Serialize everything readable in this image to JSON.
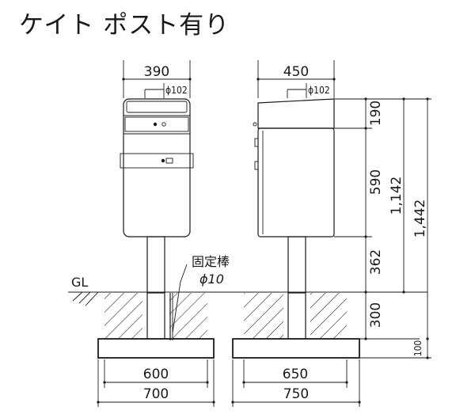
{
  "title": "ケイト ポスト有り",
  "dimensions": {
    "left_top_width": "390",
    "left_pole_dia": "ϕ102",
    "right_top_width": "450",
    "right_pole_dia": "ϕ102",
    "h190": "190",
    "h590": "590",
    "h362": "362",
    "h300": "300",
    "h100": "100",
    "h1142": "1,142",
    "h1442": "1,442",
    "left_found_inner": "600",
    "left_found_outer": "700",
    "right_found_inner": "650",
    "right_found_outer": "750"
  },
  "labels": {
    "gl": "GL",
    "rod_name": "固定棒",
    "rod_dia": "ϕ10"
  }
}
